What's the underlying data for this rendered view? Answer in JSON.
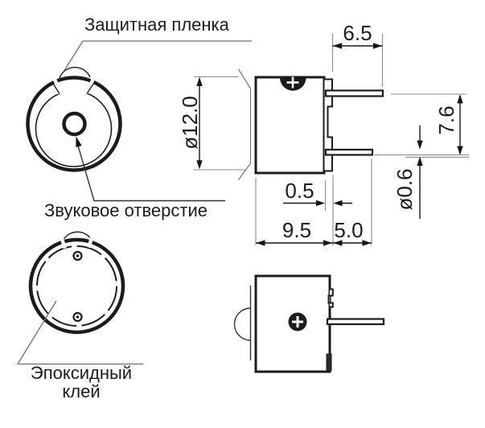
{
  "drawing": {
    "type": "piezo buzzer dimensional drawing",
    "labels": {
      "protective_film": "Защитная пленка",
      "sound_hole": "Звуковое отверстие",
      "epoxy_glue_line1": "Эпоксидный",
      "epoxy_glue_line2": "клей",
      "polarity_mark": "+"
    },
    "dimensions_mm": {
      "pin_length_top": "6.5",
      "body_diameter": "ø12.0",
      "pin_span": "7.6",
      "pin_diameter": "ø0.6",
      "flange_thickness": "0.5",
      "body_depth": "9.5",
      "pin_length_bottom": "5.0"
    },
    "colors": {
      "object_line": "#1c1c1c",
      "extension_line": "#8c8c8c",
      "background": "#ffffff"
    }
  }
}
